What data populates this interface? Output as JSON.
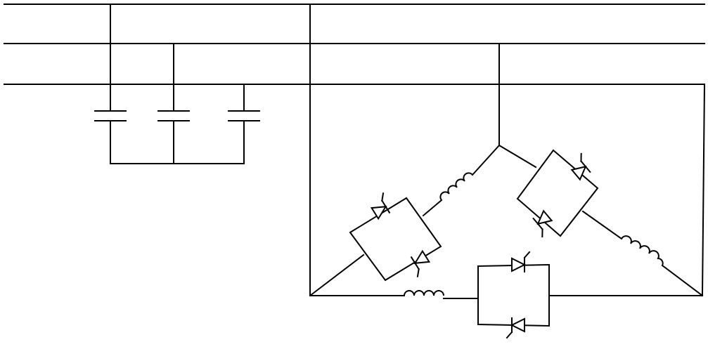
{
  "diagram": {
    "busbars": [
      "phase-a",
      "phase-b",
      "phase-c"
    ],
    "capacitor_bank": {
      "count": 3,
      "connection": "wye"
    },
    "tcr": {
      "connection": "delta",
      "branches": 3,
      "per_branch": [
        "reactor",
        "antiparallel-thyristor-pair"
      ]
    },
    "stroke_color": "#000000",
    "background": "#ffffff"
  }
}
